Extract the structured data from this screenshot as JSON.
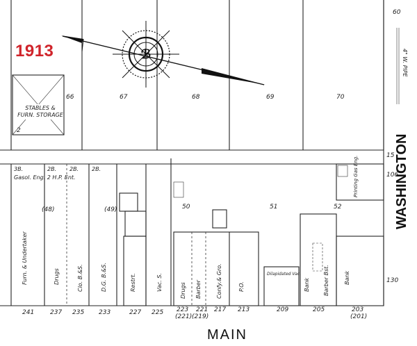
{
  "year": "1913",
  "streets": {
    "south": "MAIN",
    "east": "WASHINGTON"
  },
  "pipe_label": "4\" W. PIPE",
  "corner_number": "60",
  "north_lots": [
    "66",
    "67",
    "68",
    "69",
    "70"
  ],
  "stables_label_1": "STABLES &",
  "stables_label_2": "FURN. STORAGE",
  "stables_story": "2",
  "south_lot_numbers": [
    "50",
    "51",
    "52",
    "(48)",
    "(49)"
  ],
  "corner_lot_numbers": [
    "15",
    "106",
    "130"
  ],
  "addresses": [
    "241",
    "237",
    "235",
    "233",
    "227",
    "225",
    "223",
    "221",
    "217",
    "213",
    "209",
    "205",
    "203",
    "(221)",
    "(219)",
    "(201)"
  ],
  "shops": [
    {
      "label": "Furn. & Undertaker"
    },
    {
      "label": "Drugs"
    },
    {
      "label": "Clo. B.&S."
    },
    {
      "label": "D.G. B.&S."
    },
    {
      "label": "Restrt."
    },
    {
      "label": "Vac. S."
    },
    {
      "label": "Drugs"
    },
    {
      "label": "Barber"
    },
    {
      "label": "Confy.& Gro."
    },
    {
      "label": "P.O."
    },
    {
      "label": "Dilapidated Vac."
    },
    {
      "label": "Bank"
    },
    {
      "label": "Barber Bst."
    },
    {
      "label": "Bank"
    },
    {
      "label": "Printing Gas Eng."
    }
  ],
  "construction_notes": [
    "3B.",
    "2B.",
    "2B.",
    "2B.",
    "Gasol. Eng. 2 H.P. Ent.",
    "2"
  ]
}
